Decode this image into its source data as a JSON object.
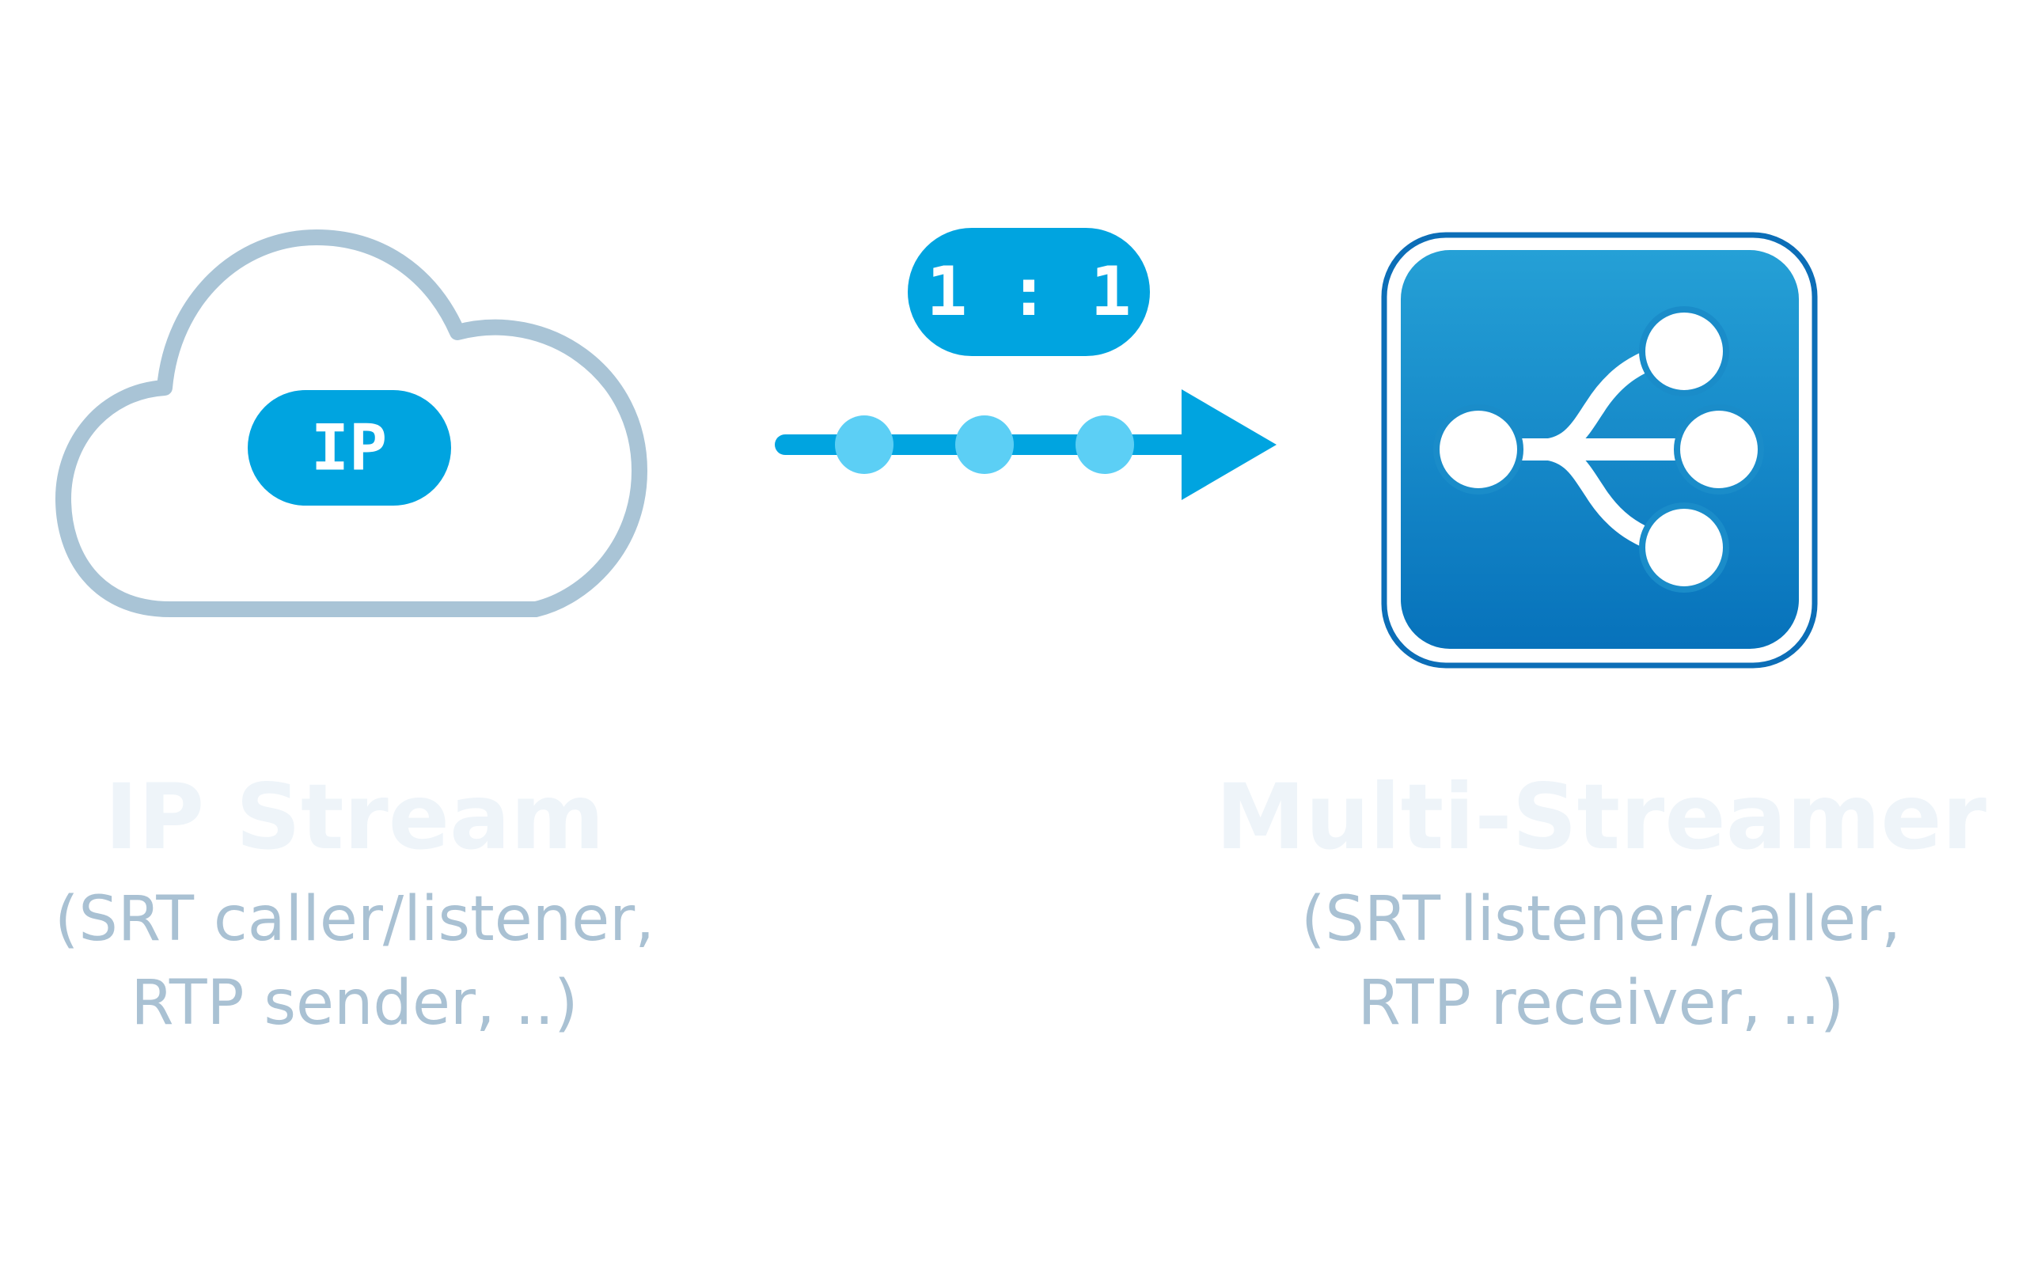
{
  "colors": {
    "accent": "#00a4e0",
    "dot": "#5ccff5",
    "cloud_outline": "#a9c4d6",
    "caption": "#a9c1d3",
    "heading": "#eef4f9",
    "icon_top": "#25a0d6",
    "icon_bottom": "#0772bb",
    "icon_frame": "#0c6eb7"
  },
  "source": {
    "badge": "IP",
    "title": "IP Stream",
    "caption_line1": "(SRT caller/listener,",
    "caption_line2": "RTP sender, ..)",
    "icon": "cloud-icon"
  },
  "link": {
    "ratio_badge": "1 : 1",
    "icon": "arrow-right-icon"
  },
  "target": {
    "title": "Multi-Streamer",
    "caption_line1": "(SRT listener/caller,",
    "caption_line2": "RTP receiver, ..)",
    "icon": "split-stream-icon"
  }
}
